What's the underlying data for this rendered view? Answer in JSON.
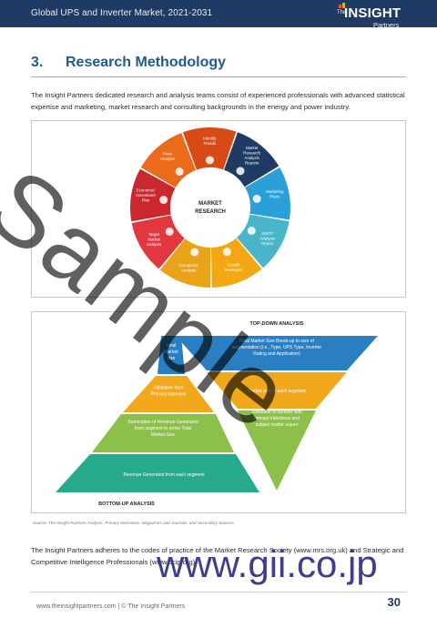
{
  "header": {
    "doc_title": "Global UPS and Inverter Market, 2021-2031",
    "logo_the": "The",
    "logo_insight": "INSIGHT",
    "logo_partners": "Partners"
  },
  "section": {
    "number": "3.",
    "title": "Research Methodology"
  },
  "intro": "The Insight Partners dedicated research and analysis teams consist of experienced professionals with advanced statistical expertise and marketing, market research and consulting backgrounds in the energy and power industry.",
  "wheel": {
    "center_line1": "MARKET",
    "center_line2": "RESEARCH",
    "segments": [
      {
        "label": "Identify Trends",
        "color": "#d84b16"
      },
      {
        "label": "Market Research Analysis Reports",
        "color": "#1f3b63"
      },
      {
        "label": "Marketing Plans",
        "color": "#2a9fd8"
      },
      {
        "label": "SWOT Analysis Report",
        "color": "#49b5c8"
      },
      {
        "label": "Growth Strategies",
        "color": "#f3a712"
      },
      {
        "label": "Competitor Analysis",
        "color": "#e8a318"
      },
      {
        "label": "Target Market Analysis",
        "color": "#e2373f"
      },
      {
        "label": "Economic/ Investment Plan",
        "color": "#c8282e"
      },
      {
        "label": "Price Analysis",
        "color": "#ec6a1c"
      }
    ]
  },
  "top_down": {
    "title": "TOP-DOWN ANALYSIS",
    "levels": [
      "Final Market Size Break-up to size of segmentation (i.e., Type, UPS Type, Inverter Rating and Application)",
      "Market size of each segment",
      "Validation of number with primary interviews and subject matter expert"
    ]
  },
  "bottom_up": {
    "title": "BOTTOM-UP ANALYSIS",
    "levels": [
      "Final Market size",
      "Validation from Primary Interview",
      "Summation of Revenue Generated from segment to arrive Total Market Size",
      "Revenue Generated from each segment"
    ]
  },
  "source": "Source: The Insight Partners Analysis, Primary Interviews, Magazines and Journals, and Secondary Sources",
  "closing": "The Insight Partners adheres to the codes of practice of the Market Research Society (www.mrs.org.uk) and Strategic and Competitive Intelligence Professionals (www.scip.org).",
  "footer": {
    "text": "www.theinsightpartners.com  |  © The Insight Partners",
    "page": "30"
  },
  "watermarks": {
    "sample": "Sample",
    "site": "www.gii.co.jp"
  },
  "colors": {
    "header": "#1f3b63",
    "title_blue": "#1f5a8f",
    "pyramid_blue": "#2a7fc2",
    "pyramid_orange": "#f2a81b",
    "pyramid_green": "#8cc04a",
    "pyramid_teal": "#27a98b"
  }
}
